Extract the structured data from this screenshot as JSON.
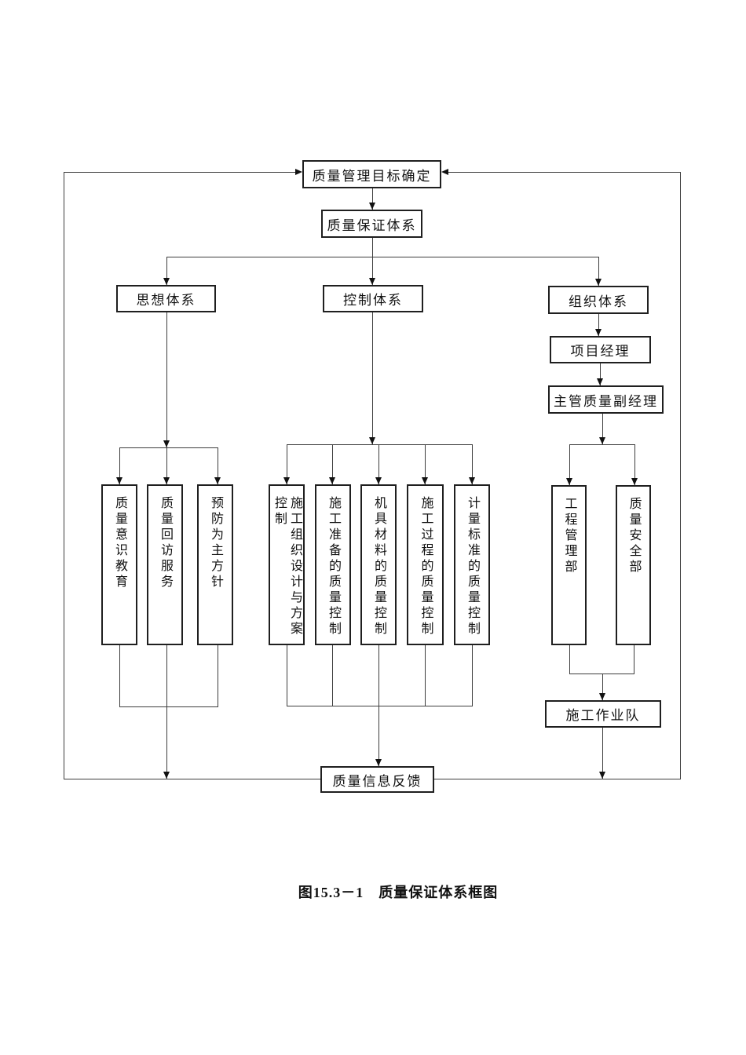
{
  "nodes": {
    "target": "质量管理目标确定",
    "qa_system": "质量保证体系",
    "ideology": "思想体系",
    "control": "控制体系",
    "organization": "组织体系",
    "project_manager": "项目经理",
    "deputy_quality_manager": "主管质量副经理",
    "ideology_items": [
      "质量意识教育",
      "质量回访服务",
      "预防为主方针"
    ],
    "control_items": [
      "施工组织设计与方案控制",
      "施工准备的质量控制",
      "机具材料的质量控制",
      "施工过程的质量控制",
      "计量标准的质量控制"
    ],
    "org_departments": [
      "工程管理部",
      "质量安全部"
    ],
    "work_team": "施工作业队",
    "feedback": "质量信息反馈"
  },
  "caption": "图15.3－1　质量保证体系框图",
  "colors": {
    "line": "#3d3d3d",
    "box_border": "#1f1f1f",
    "text": "#111111",
    "background": "#ffffff"
  }
}
